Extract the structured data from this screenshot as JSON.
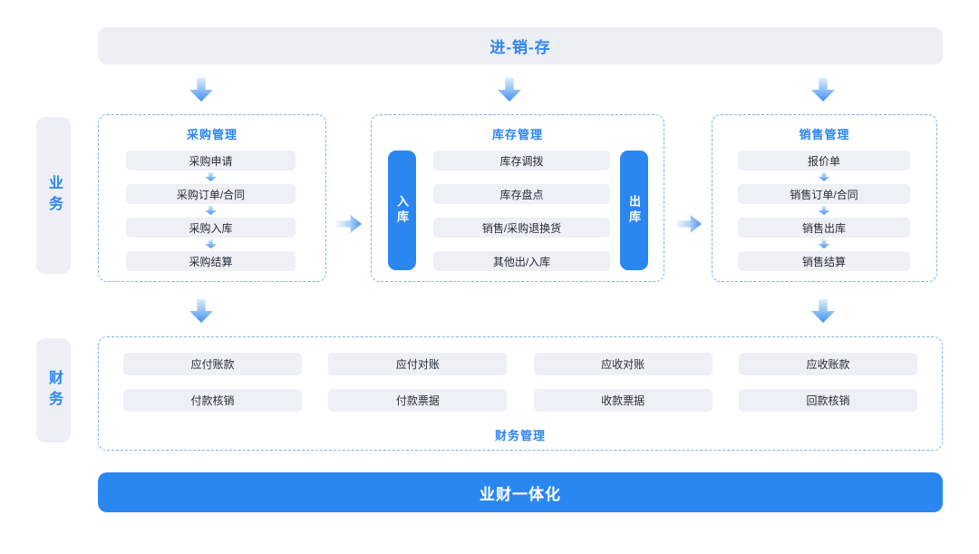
{
  "colors": {
    "accent_blue": "#2B87F0",
    "blue_text": "#2B86F0",
    "light_gray_bg": "#EDEFF5",
    "item_bg": "#EEF0F6",
    "item_text": "#252B36",
    "dashed_border": "#7FB2F2"
  },
  "top_banner": {
    "label": "进-销-存"
  },
  "side_labels": {
    "business": "业务",
    "finance": "财务"
  },
  "business_boxes": [
    {
      "title": "采购管理",
      "items": [
        "采购申请",
        "采购订单/合同",
        "采购入库",
        "采购结算"
      ]
    },
    {
      "title": "库存管理",
      "in_label": "入库",
      "out_label": "出库",
      "items": [
        "库存调拨",
        "库存盘点",
        "销售/采购退换货",
        "其他出/入库"
      ]
    },
    {
      "title": "销售管理",
      "items": [
        "报价单",
        "销售订单/合同",
        "销售出库",
        "销售结算"
      ]
    }
  ],
  "finance_box": {
    "title": "财务管理",
    "row1": [
      "应付账款",
      "应付对账",
      "应收对账",
      "应收账款"
    ],
    "row2": [
      "付款核销",
      "付款票据",
      "收款票据",
      "回款核销"
    ]
  },
  "bottom_banner": {
    "label": "业财一体化"
  }
}
